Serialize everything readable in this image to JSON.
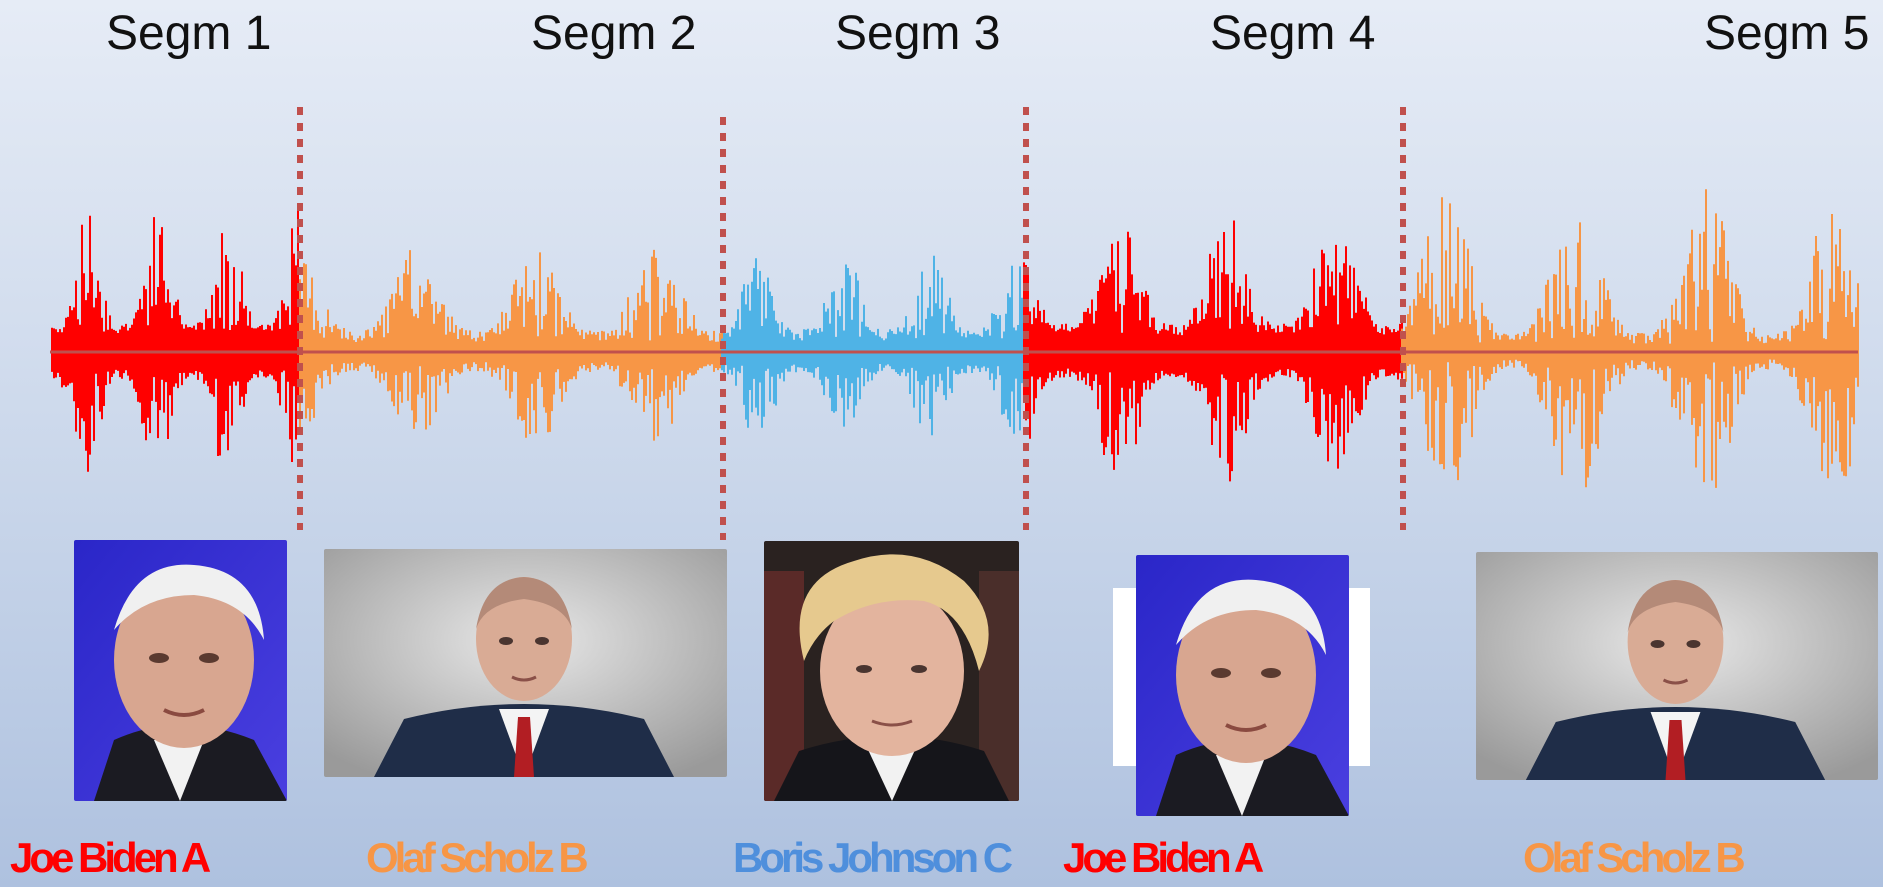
{
  "segments": [
    {
      "title": "Segm 1",
      "speaker_label": "Joe Biden A",
      "speaker_name": "Joe Biden",
      "color": "#ff0000",
      "photo": "joe-biden-portrait"
    },
    {
      "title": "Segm 2",
      "speaker_label": "Olaf Scholz B",
      "speaker_name": "Olaf Scholz",
      "color": "#f79646",
      "photo": "olaf-scholz-portrait"
    },
    {
      "title": "Segm 3",
      "speaker_label": "Boris Johnson C",
      "speaker_name": "Boris Johnson",
      "color": "#4fb3e6",
      "photo": "boris-johnson-portrait"
    },
    {
      "title": "Segm 4",
      "speaker_label": "Joe Biden A",
      "speaker_name": "Joe Biden",
      "color": "#ff0000",
      "photo": "joe-biden-portrait"
    },
    {
      "title": "Segm 5",
      "speaker_label": "Olaf Scholz B",
      "speaker_name": "Olaf Scholz",
      "color": "#f79646",
      "photo": "olaf-scholz-portrait"
    }
  ],
  "boundary_color": "#c0504d",
  "baseline_color": "#c0504d",
  "label_colors": {
    "A": "#ff0000",
    "B": "#f79646",
    "C": "#4f8fdc"
  }
}
